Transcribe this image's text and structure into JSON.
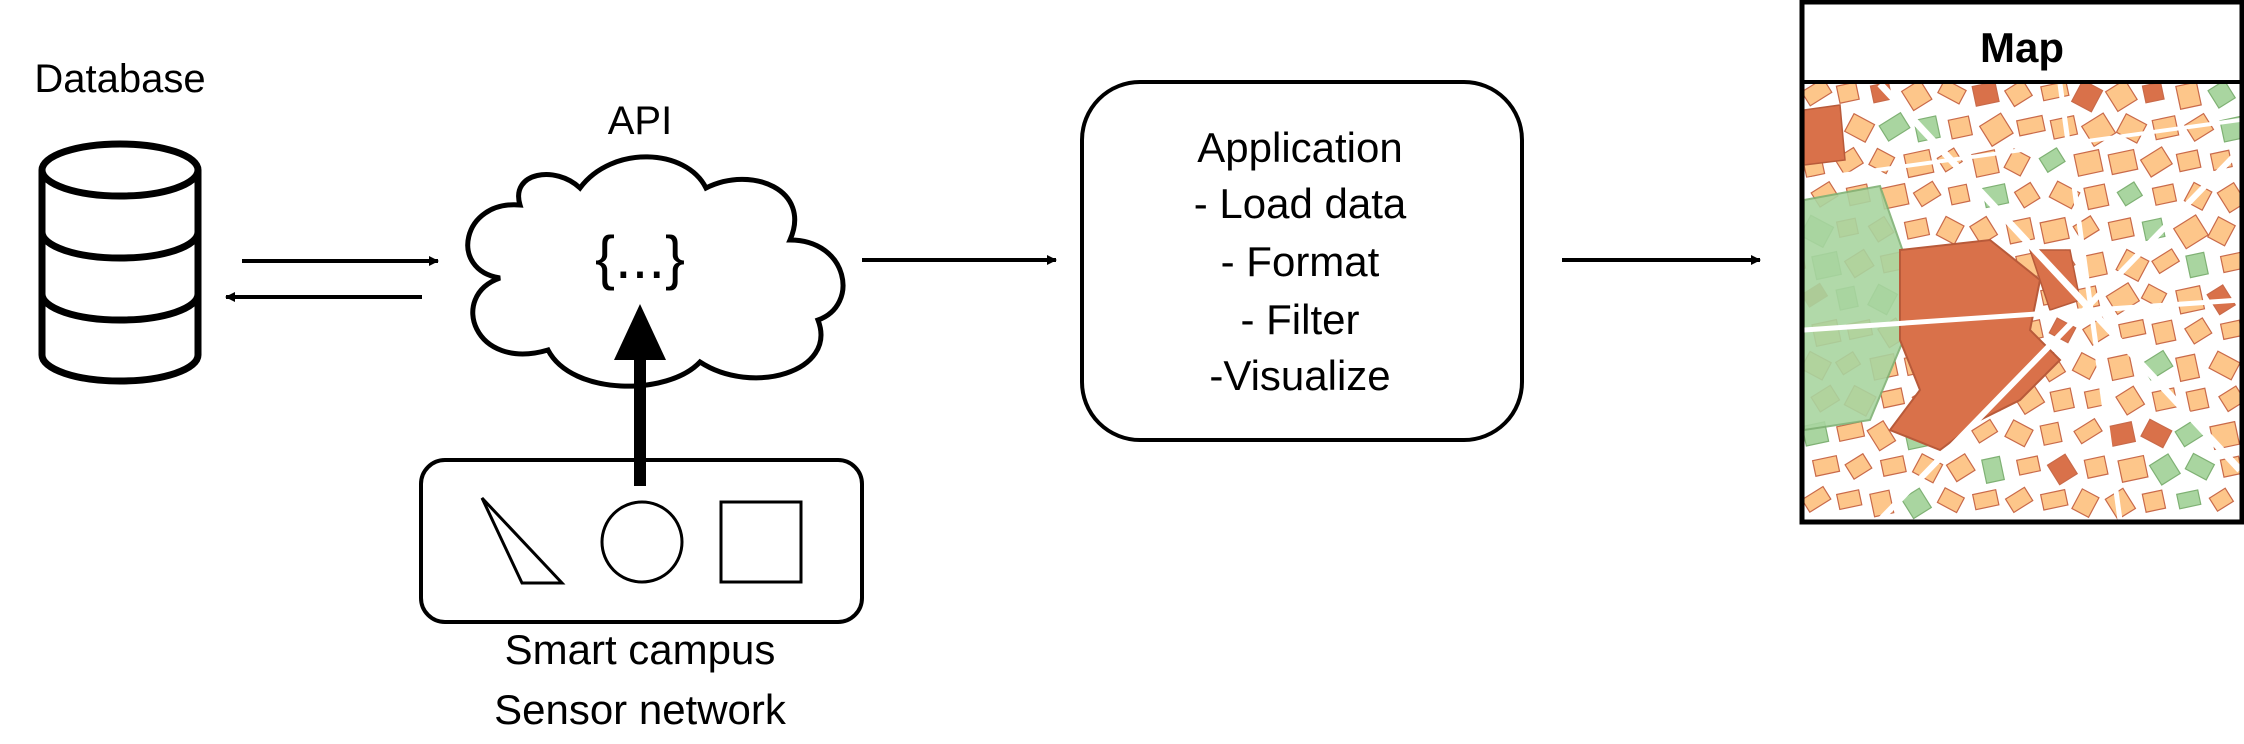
{
  "database": {
    "label": "Database"
  },
  "api": {
    "label": "API",
    "glyph": "{...}"
  },
  "sensor": {
    "line1": "Smart campus",
    "line2": "Sensor network"
  },
  "application": {
    "line1": "Application",
    "line2": "- Load data",
    "line3": "- Format",
    "line4": "- Filter",
    "line5": "-Visualize"
  },
  "map": {
    "title": "Map"
  },
  "colors": {
    "stroke": "#000000",
    "building": "#fdc68a",
    "building_edge": "#c96a4a",
    "landmark": "#d9714a",
    "park": "#a9d5a0",
    "road": "#ffffff"
  }
}
